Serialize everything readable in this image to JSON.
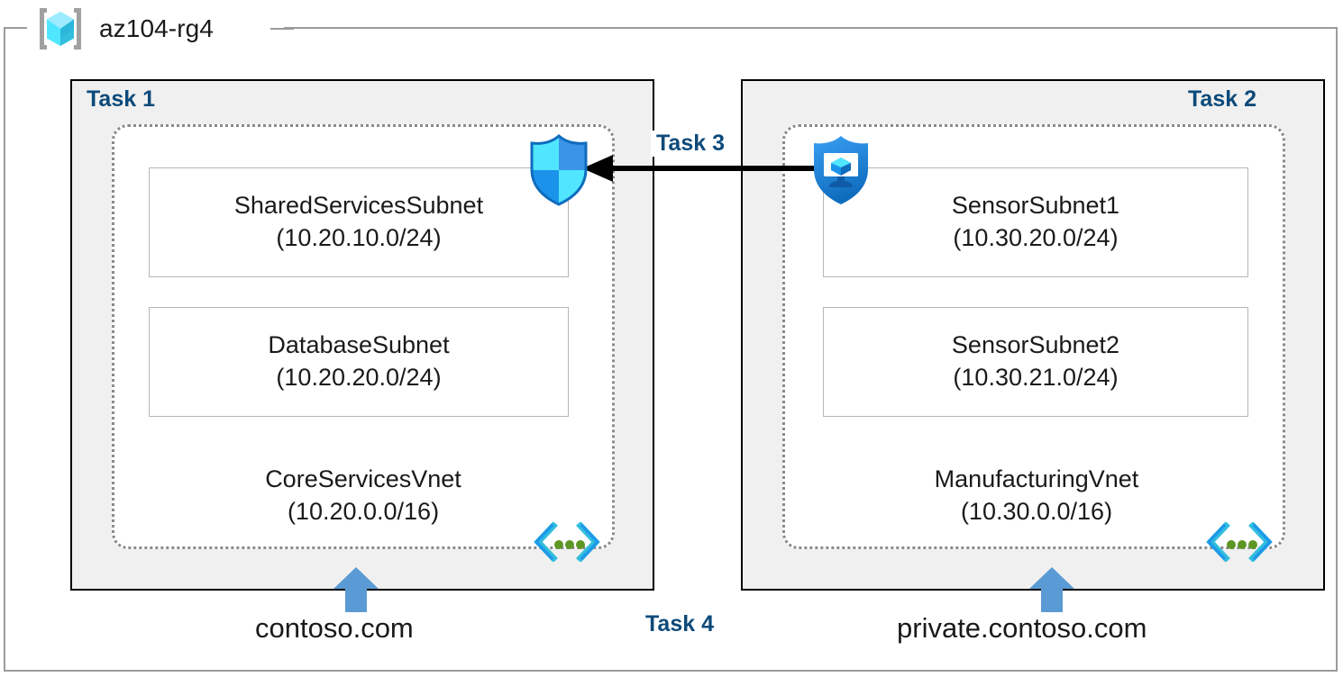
{
  "resource_group": {
    "name": "az104-rg4",
    "icon": "azure-resource-group-icon"
  },
  "panels": [
    {
      "id": "task1",
      "label": "Task 1",
      "label_align": "left",
      "vnet": {
        "name": "CoreServicesVnet",
        "cidr": "(10.20.0.0/16)",
        "glyph": "virtual-network-icon"
      },
      "subnets": [
        {
          "name": "SharedServicesSubnet",
          "cidr": "(10.20.10.0/24)"
        },
        {
          "name": "DatabaseSubnet",
          "cidr": "(10.20.20.0/24)"
        }
      ],
      "dns": {
        "label": "contoso.com",
        "arrow": "up-arrow-icon"
      }
    },
    {
      "id": "task2",
      "label": "Task 2",
      "label_align": "right",
      "vnet": {
        "name": "ManufacturingVnet",
        "cidr": "(10.30.0.0/16)",
        "glyph": "virtual-network-icon"
      },
      "subnets": [
        {
          "name": "SensorSubnet1",
          "cidr": "(10.30.20.0/24)"
        },
        {
          "name": "SensorSubnet2",
          "cidr": "(10.30.21.0/24)"
        }
      ],
      "dns": {
        "label": "private.contoso.com",
        "arrow": "up-arrow-icon"
      }
    }
  ],
  "connection": {
    "label": "Task 3",
    "direction": "right-to-left",
    "source_icon": "shield-monitor-icon",
    "target_icon": "shield-icon"
  },
  "dns_task": {
    "label": "Task 4"
  },
  "colors": {
    "task_label": "#0d4a7a",
    "panel_fill": "#f0f0f0",
    "panel_border": "#000000",
    "vnet_border": "#8a8a8a",
    "subnet_border": "#b6b6b6",
    "rg_border": "#9b9b9b",
    "dns_arrow": "#5b9bd5",
    "connection_arrow": "#000000",
    "icon_blue_light": "#50e6ff",
    "icon_blue_mid": "#1b93eb",
    "icon_blue_dark": "#0078d4",
    "glyph_green": "#5e9624",
    "text": "#1a1a1a"
  }
}
